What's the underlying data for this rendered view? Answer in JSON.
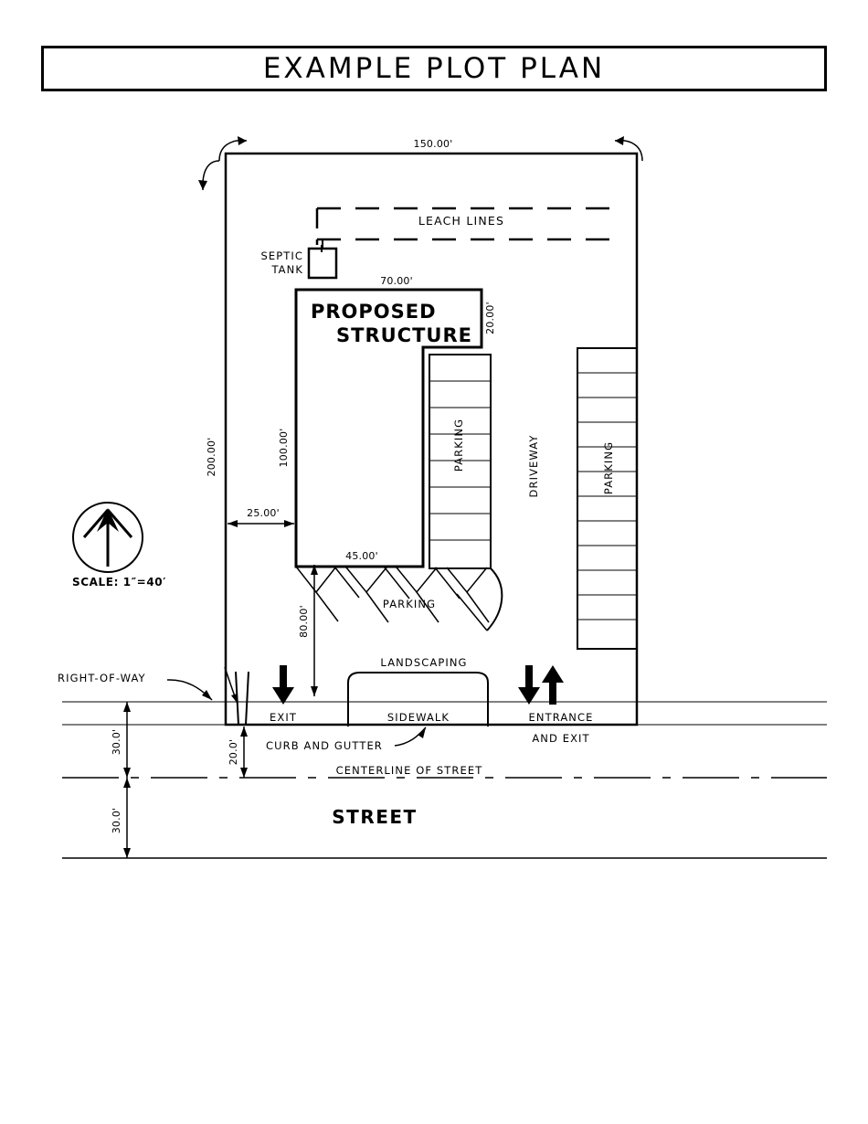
{
  "title": {
    "text": "EXAMPLE PLOT PLAN"
  },
  "scale": {
    "label": "SCALE: 1″=40′",
    "north_icon": "north-arrow-icon"
  },
  "dimensions": {
    "lot_width": "150.00'",
    "lot_depth": "200.00'",
    "structure_width": "70.00'",
    "structure_right_depth": "20.00'",
    "structure_left_depth": "100.00'",
    "structure_bottom_width": "45.00'",
    "side_setback": "25.00'",
    "front_setback": "80.00'",
    "row_to_centerline": "30.0'",
    "curb_to_centerline": "20.0'",
    "centerline_to_far_row": "30.0'"
  },
  "labels": {
    "leach_lines": "LEACH LINES",
    "septic_tank_line1": "SEPTIC",
    "septic_tank_line2": "TANK",
    "proposed_structure_line1": "PROPOSED",
    "proposed_structure_line2": "STRUCTURE",
    "parking_left": "PARKING",
    "parking_right": "PARKING",
    "parking_angled": "PARKING",
    "driveway": "DRIVEWAY",
    "landscaping": "LANDSCAPING",
    "sidewalk": "SIDEWALK",
    "exit": "EXIT",
    "entrance_line1": "ENTRANCE",
    "entrance_line2": "AND EXIT",
    "right_of_way": "RIGHT-OF-WAY",
    "curb_and_gutter": "CURB AND GUTTER",
    "centerline_of_street": "CENTERLINE OF STREET",
    "street": "STREET"
  },
  "counts": {
    "left_parking_stalls": 8,
    "right_parking_stalls": 12,
    "angled_parking_stalls": 5,
    "leach_line_rows": 2
  },
  "colors": {
    "ink": "#000000",
    "paper": "#ffffff"
  }
}
